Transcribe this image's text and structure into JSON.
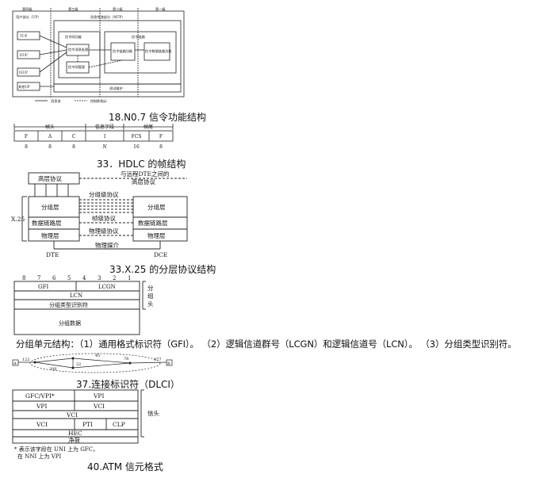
{
  "captions": {
    "no7": "18.N0.7 信令功能结构",
    "hdlc": "33．HDLC 的帧结构",
    "x25": "33.X.25 的分层协议结构",
    "dlci": "37.连接标识符（DLCI）",
    "atm": "40.ATM 信元格式"
  },
  "no7": {
    "levels": [
      "第四级",
      "第三级",
      "第二级",
      "第一级"
    ],
    "up_label": "用户部分（UP）",
    "mtp_label": "消息传递部分（MTP）",
    "users": [
      "TUP",
      "DUP",
      "ISUP",
      "其他UP"
    ],
    "net_func": "信令网功能",
    "msg_proc": "信令消息处理",
    "net_mgmt": "信令网管理",
    "link": "信令链路",
    "link_func": "信令链路功能",
    "data_link_func": "信令数据链路功能",
    "test": "测试维护",
    "legend_msg": "消息流",
    "legend_ctrl": "控制和指示"
  },
  "hdlc": {
    "groups": [
      "帧头",
      "信息字段",
      "帧尾"
    ],
    "fields": [
      "F",
      "A",
      "C",
      "I",
      "FCS",
      "F"
    ],
    "bits": [
      "8",
      "8",
      "8",
      "N",
      "16",
      "8"
    ]
  },
  "x25": {
    "high": "高层协议",
    "remote": "与远程DTE之间的",
    "remote2": "高层协议",
    "layers": [
      "分组层",
      "数据链路层",
      "物理层"
    ],
    "proto": [
      "分组级协议",
      "帧级协议",
      "物理级协议"
    ],
    "x25": "X.25",
    "dte": "DTE",
    "dce": "DCE",
    "medium": "物理媒介"
  },
  "packet": {
    "bits": [
      "8",
      "7",
      "6",
      "5",
      "4",
      "3",
      "2",
      "1"
    ],
    "gfi": "GFI",
    "lcgn": "LCGN",
    "lcn": "LCN",
    "type": "分组类型识别符",
    "data": "分组数据",
    "header": "分组头"
  },
  "packet_desc": "分组单元结构：（1）通用格式标识符（GFI）。 （2）逻辑信道群号（LCGN）和逻辑信道号（LCN）。 （3）分组类型识别符。",
  "dlci": {
    "a": "A",
    "b": "B",
    "nums": [
      "122",
      "206",
      "22",
      "45",
      "78",
      "877"
    ]
  },
  "atm": {
    "gfc": "GFC/VPI*",
    "vpi": "VPI",
    "vci": "VCI",
    "pti": "PTI",
    "clp": "CLP",
    "hec": "HEC",
    "payload": "净荷",
    "header": "信头",
    "note1": "* 表示该字段在 UNI 上为 GFC，",
    "note2": "在 NNI 上为 VPI"
  }
}
